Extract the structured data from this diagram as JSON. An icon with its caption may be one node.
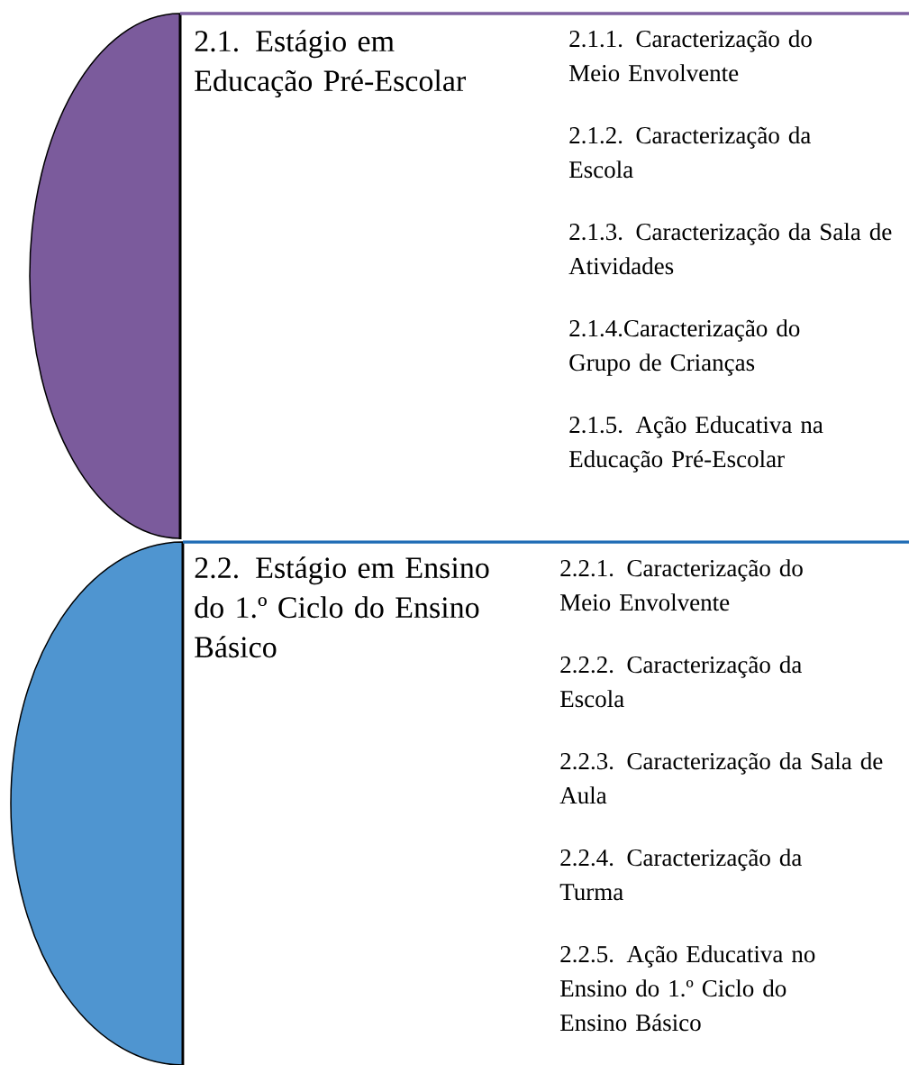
{
  "diagram": {
    "nodes": [
      {
        "text": [
          "2.1. Estágio em Educação Pré-Escolar",
          "2.1.1. Caracterização do Meio Envolvente",
          "2.1.2. Caracterização da Escola",
          "2.1.3. Caracterização da Sala de Atividades",
          "2.1.4.Caracterização do Grupo de Crianças",
          "2.1.5. Ação Educativa na Educação Pré-Escolar"
        ]
      },
      {
        "text": [
          "2.2. Estágio em Ensino do 1.º Ciclo do Ensino Básico",
          "2.2.1. Caracterização do Meio Envolvente",
          "2.2.2. Caracterização da Escola",
          "2.2.3. Caracterização da Sala de Aula",
          "2.2.4. Caracterização da Turma",
          "2.2.5. Ação Educativa no Ensino do 1.º Ciclo do Ensino Básico"
        ]
      }
    ]
  }
}
